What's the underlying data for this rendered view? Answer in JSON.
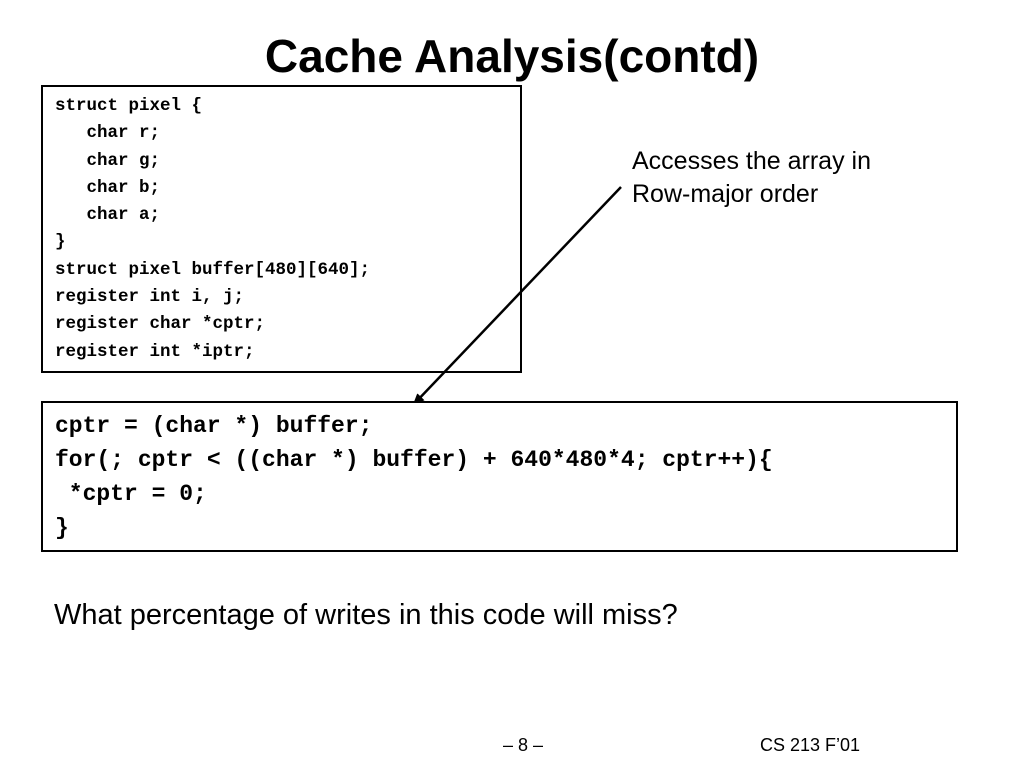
{
  "slide": {
    "title": "Cache Analysis(contd)",
    "declarations_code": [
      "struct pixel {",
      "   char r;",
      "   char g;",
      "   char b;",
      "   char a;",
      "}",
      "struct pixel buffer[480][640];",
      "register int i, j;",
      "register char *cptr;",
      "register int *iptr;"
    ],
    "loop_code": [
      "cptr = (char *) buffer;",
      "for(; cptr < ((char *) buffer) + 640*480*4; cptr++){",
      " *cptr = 0;",
      "}"
    ],
    "callout_lines": [
      "Accesses the array in",
      "Row-major order"
    ],
    "question": "What percentage of writes in this code will miss?",
    "page_number": "– 8 –",
    "course_label": "CS 213 F’01"
  }
}
